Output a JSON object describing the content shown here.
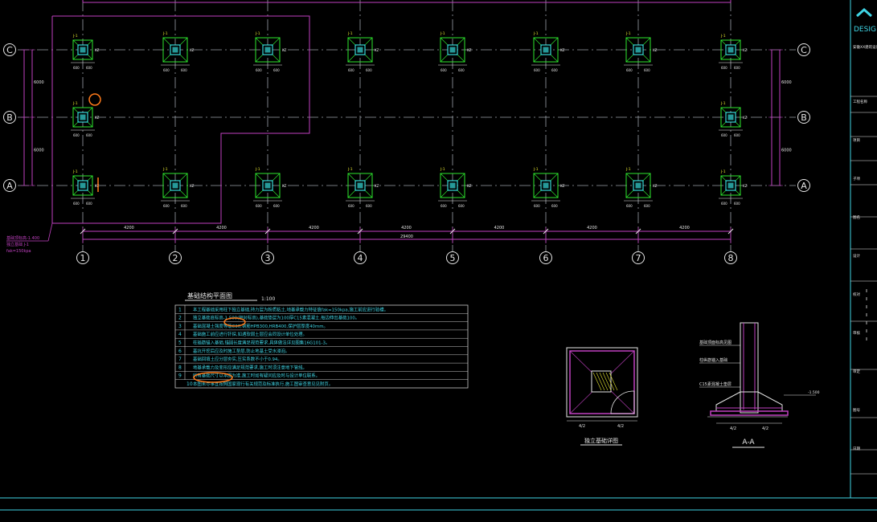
{
  "drawing": {
    "bg": "#000000",
    "colors": {
      "grid": "#9aa0a8",
      "dim": "#c040c0",
      "footing": "#2ee82e",
      "column": "#40ffff",
      "text": "#cfcfcf",
      "label_yellow": "#e8e830",
      "highlight": "#ff7a1a",
      "cyan": "#3fd4e4",
      "table": "#c8c8c8",
      "white": "#e6e6e6"
    },
    "axes_x": [
      "1",
      "2",
      "3",
      "4",
      "5",
      "6",
      "7",
      "8"
    ],
    "axes_y": [
      "C",
      "B",
      "A"
    ],
    "span_labels": [
      "4200",
      "4200",
      "4200",
      "4200",
      "4200",
      "4200",
      "4200"
    ],
    "overall_label": "29400",
    "footing_mark": "J-1",
    "col_mark": "KZ",
    "dim_mark": "600",
    "left_note": [
      "基础顶标高-1.400",
      "独立基础 J-1",
      "fak=150kpa"
    ],
    "plan_title": "基础结构平面图",
    "plan_scale": "1:100",
    "notes": [
      "本工程基础采用柱下独立基础,持力层为粉质粘土,地基承载力特征值fak=150kpa,施工前应进行验槽。",
      "独立基础底标高-1.500(相对标高),基础垫层为100厚C15素混凝土,每边伸出基础100。",
      "基础混凝土强度等级C30,钢筋HPB300,HRB400,保护层厚度40mm。",
      "基础施工前应进行钎探,如遇软弱土层应会同设计单位处理。",
      "柱插筋锚入基础,锚固长度满足规范要求,具体做法详见图集16G101-3。",
      "基坑开挖后应及时施工垫层,防止地基土受水浸泡。",
      "基础回填土应分层夯实,压实系数不小于0.94。",
      "地基承载力及变形应满足规范要求,施工时须注意地下管线。",
      "所有基础尺寸以本图为准,施工时如有疑问应及时与设计单位联系。",
      "本图未尽事宜按照国家现行有关规范及标准执行,施工图审查意见见附页。"
    ],
    "detail_title_plan": "独立基础详图",
    "detail_title_section": "A-A",
    "section_notes": [
      "基础顶面标高见图",
      "柱纵筋锚入基础",
      "C15素混凝土垫层"
    ],
    "section_dim_left": "4/2",
    "section_dim_right": "4/2",
    "plan_dim_left": "4/2",
    "plan_dim_right": "4/2",
    "title_block": {
      "logo": "DESIG",
      "company": "安徽XX建筑设计",
      "rows": [
        "工程名称",
        "项目",
        "子项",
        "图名",
        "设计",
        "校对",
        "审核",
        "审定",
        "图号",
        "日期"
      ]
    }
  }
}
